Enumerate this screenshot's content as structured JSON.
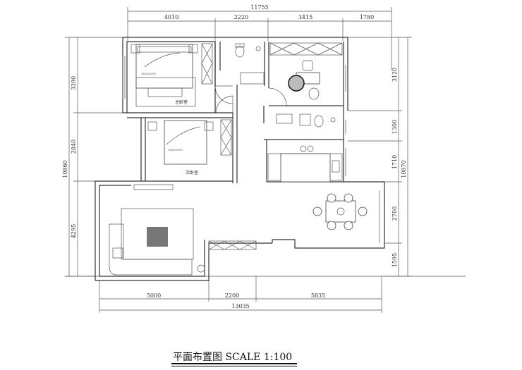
{
  "title": "平面布置图 SCALE 1:100",
  "dimensions": {
    "top_total": "11755",
    "top": [
      "4010",
      "2220",
      "3415",
      "1780"
    ],
    "left_total": "10860",
    "left": [
      "3390",
      "2840",
      "4295"
    ],
    "right_total": "10870",
    "right": [
      "3120",
      "1300",
      "1710",
      "2700",
      "1595"
    ],
    "bottom_total": "13035",
    "bottom": [
      "5000",
      "2200",
      "5835"
    ]
  },
  "rooms": {
    "master_bedroom": "主卧室",
    "second_bedroom": "次卧室"
  },
  "furniture": {
    "bed_size_1": "1800×2000",
    "bed_size_2": "1800×2000"
  }
}
